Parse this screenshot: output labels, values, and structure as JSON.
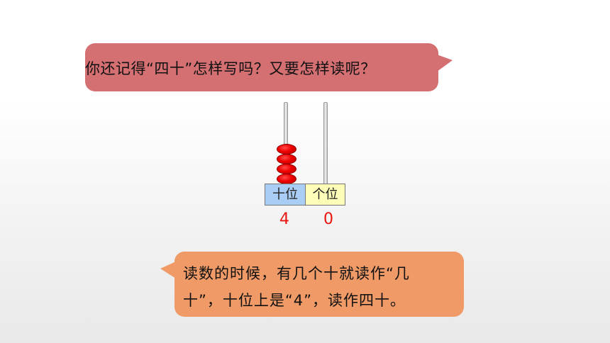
{
  "question_bubble": {
    "text": "你还记得“四十”怎样写吗？又要怎样读呢？",
    "color": "#d46f72"
  },
  "abacus": {
    "tens_label": "十位",
    "ones_label": "个位",
    "tens_beads": 4,
    "ones_beads": 0,
    "tens_digit": "4",
    "ones_digit": "0",
    "bead_color": "#ee0000",
    "tens_label_color": "#a9cdf4",
    "ones_label_color": "#fefeb8",
    "digit_color": "#e8140f"
  },
  "explanation_bubble": {
    "line1": "读数的时候，有几个十就读作“几",
    "line2": "十”，十位上是“4”，读作四十。",
    "color": "#ef9a67"
  }
}
